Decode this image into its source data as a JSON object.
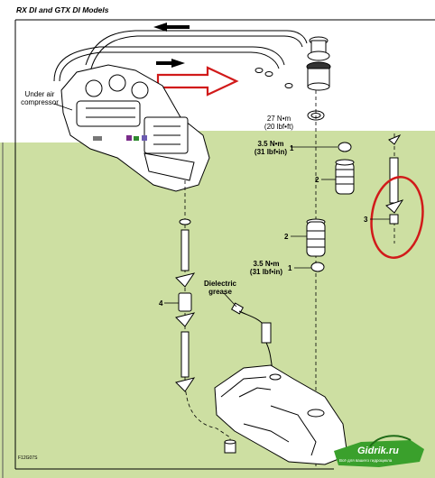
{
  "header": {
    "title": "RX DI and GTX DI Models"
  },
  "labels": {
    "under_air_compressor": "Under air compressor",
    "torque_top": "27 N•m",
    "torque_top_imperial": "(20 lbf•ft)",
    "torque_mid": "3.5 N•m",
    "torque_mid_imperial": "(31 lbf•in)",
    "torque_low": "3.5 N•m",
    "torque_low_imperial": "(31 lbf•in)",
    "dielectric": "Dielectric grease",
    "figure_id": "F12G07S"
  },
  "callouts": {
    "c1_top": "1",
    "c2_top": "2",
    "c2_low": "2",
    "c1_low": "1",
    "c3": "3",
    "c4": "4"
  },
  "watermark": {
    "brand": "Gidrik.ru",
    "tagline": "Всё для вашего гидроцикла"
  },
  "colors": {
    "overlay_green": "#c9dc9a",
    "highlight_red": "#d11a1a",
    "watermark_green": "#3aa02c"
  }
}
